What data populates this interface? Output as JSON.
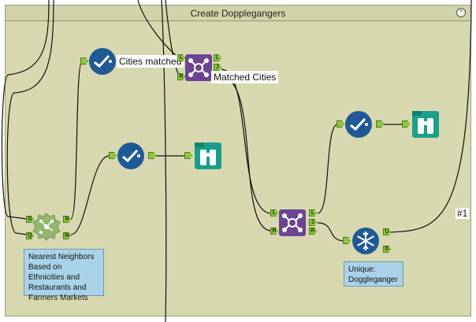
{
  "container": {
    "title": "Create Dopplegangers",
    "collapse_icon": "chevron-up-icon"
  },
  "tools": {
    "filter_cities": {
      "label": "Cities matched",
      "icon": "filter-check-icon",
      "color": "#1f5a96"
    },
    "join_matched": {
      "label": "Matched Cities",
      "icon": "join-icon",
      "color": "#6b4593"
    },
    "filter_lower": {
      "icon": "filter-check-icon",
      "color": "#1f5a96"
    },
    "browse_lower": {
      "icon": "binoculars-icon",
      "color": "#1aa08a"
    },
    "filter_right": {
      "icon": "filter-check-icon",
      "color": "#1f5a96"
    },
    "browse_right": {
      "icon": "binoculars-icon",
      "color": "#1aa08a"
    },
    "join_lower": {
      "icon": "join-icon",
      "color": "#6b4593"
    },
    "unique": {
      "icon": "unique-snowflake-icon",
      "color": "#1f5a96"
    },
    "nearest": {
      "icon": "spatial-nearest-icon",
      "color": "#8fb46b"
    }
  },
  "comments": {
    "nearest": "Nearest Neighbors Based on Ethnicities and Restaurants and Farmers Markets",
    "unique": "Unique: Doggleganger"
  },
  "anchors": {
    "L": "L",
    "J": "J",
    "R": "R",
    "D": "D",
    "N": "N",
    "Q": "Q",
    "M": "M",
    "U": "U"
  },
  "connection_label": "#1"
}
